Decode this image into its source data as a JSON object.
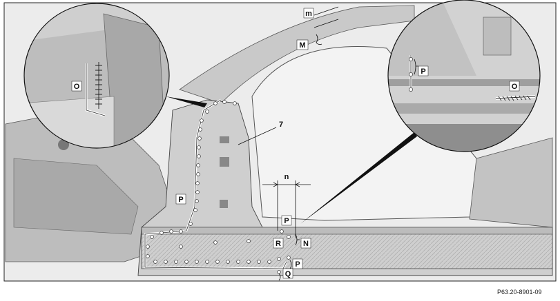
{
  "labels": {
    "m": "m",
    "M": "M",
    "O_left": "O",
    "O_right": "O",
    "P_zoom": "P",
    "P_pillar": "P",
    "P_sill_upper": "P",
    "P_sill_lower": "P",
    "seven": "7",
    "n": "n",
    "N": "N",
    "R": "R",
    "Q": "Q"
  },
  "reference_code": "P63.20-8901-09",
  "colors": {
    "background": "#ffffff",
    "metal_light": "#d6d6d6",
    "metal_mid": "#b8b8b8",
    "metal_dark": "#7a7a7a",
    "frame": "#222222",
    "label_box": "#ffffff"
  }
}
